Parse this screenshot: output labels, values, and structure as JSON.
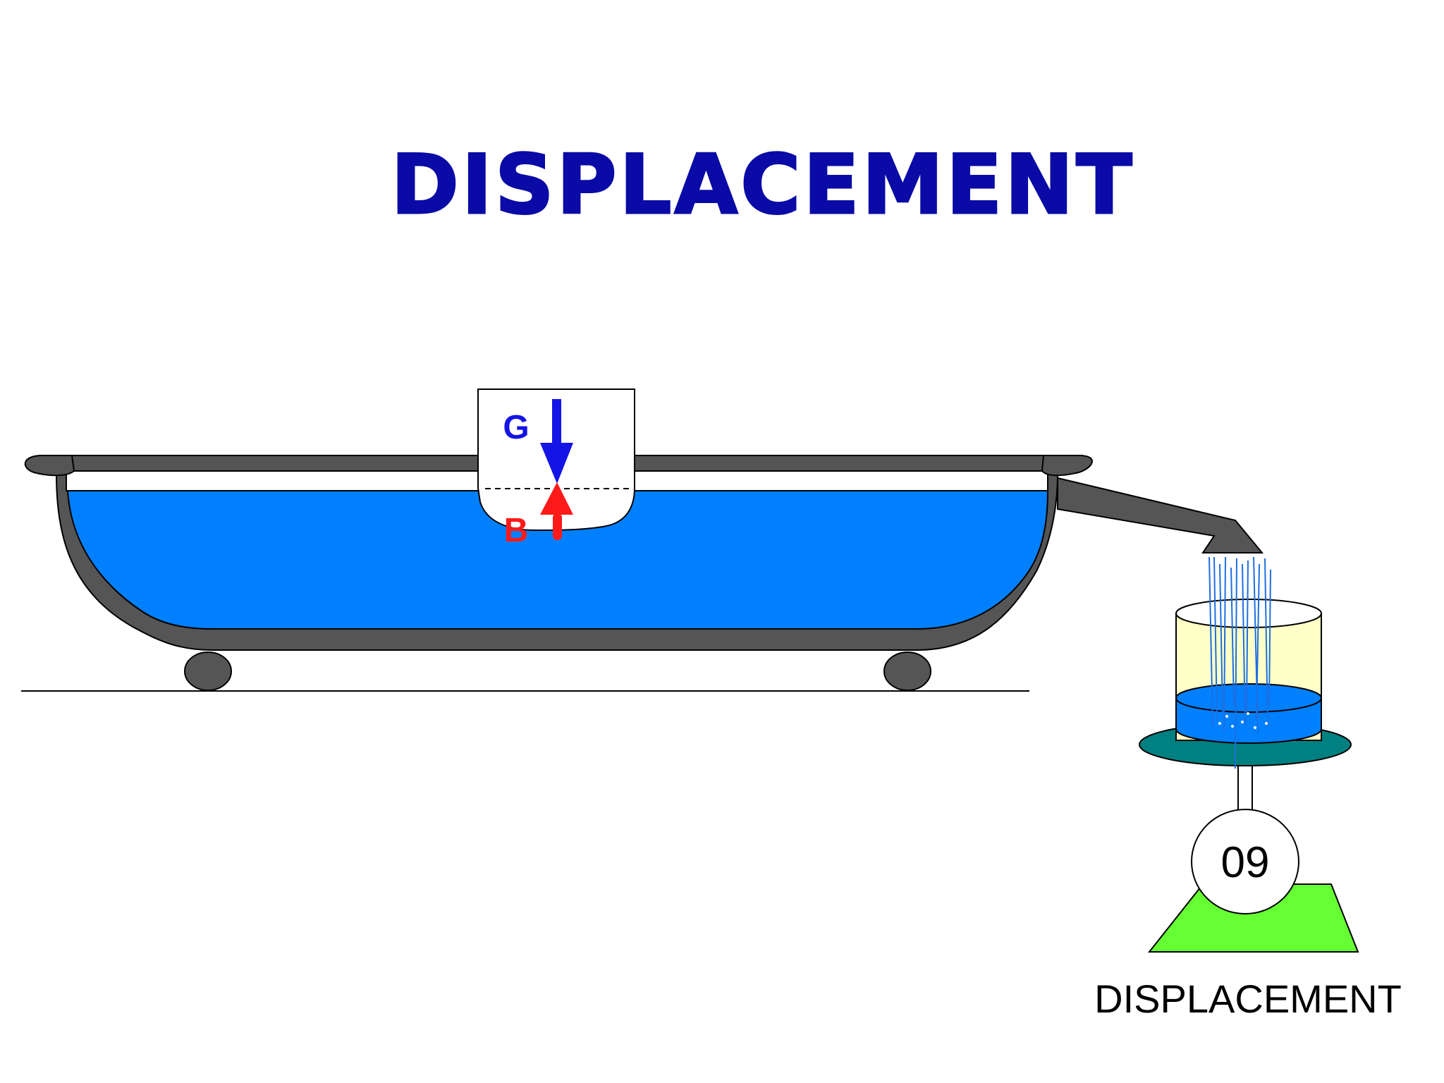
{
  "title": "DISPLACEMENT",
  "labels": {
    "gravity": "G",
    "buoyancy": "B",
    "scale_reading": "09",
    "scale_caption": "DISPLACEMENT"
  },
  "colors": {
    "title": "#0a0aa6",
    "water": "#0080ff",
    "tub": "#555555",
    "gravity_arrow": "#1414e6",
    "buoyancy_arrow": "#ff1a1a",
    "container_glass": "#ffffc8",
    "scale_plate": "#008080",
    "scale_base": "#66ff33",
    "stream": "#1e6fe0"
  }
}
